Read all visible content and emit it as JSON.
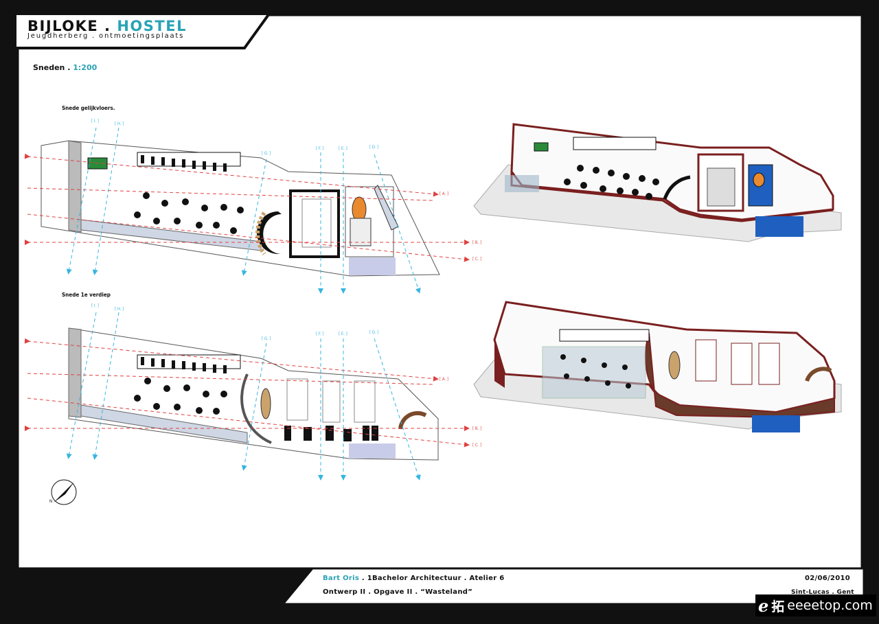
{
  "header": {
    "title_part1": "BIJLOKE .",
    "title_part2": "HOSTEL",
    "subtitle": "Jeugdherberg . ontmoetingsplaats"
  },
  "scale_label": "Sneden .",
  "scale_value": "1:200",
  "plans": {
    "ground_title": "Snede gelijkvloers.",
    "first_title": "Snede 1e verdiep"
  },
  "section_markers": {
    "vertical": [
      "[ I. ]",
      "[ H. ]",
      "[ G. ]",
      "[ F. ]",
      "[ E. ]",
      "[ D. ]"
    ],
    "horizontal": [
      "[ A. ]",
      "[ B. ]",
      "[ C. ]"
    ]
  },
  "compass_label": "N",
  "footer": {
    "author": "Bart Oris",
    "course": ". 1Bachelor Architectuur . Atelier 6",
    "assignment": "Ontwerp II . Opgave II . “Wasteland”",
    "date": "02/06/2010",
    "school": "Sint-Lucas . Gent"
  },
  "watermark": {
    "logo_letter": "e",
    "logo_char": "拓",
    "text": "eeeetop.com"
  },
  "colors": {
    "accent": "#2aa3b5",
    "section_red": "#e04040",
    "section_cyan": "#35b5e0",
    "wall_dark": "#7a1f1f",
    "frame": "#111111"
  }
}
